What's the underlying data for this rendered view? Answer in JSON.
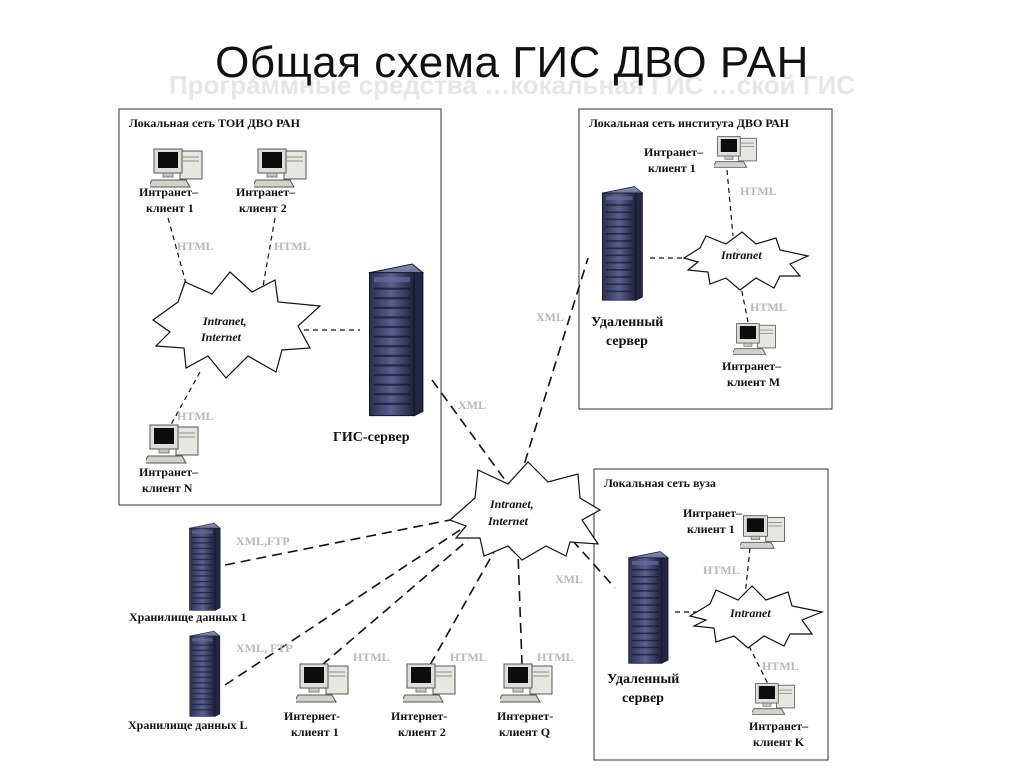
{
  "slide": {
    "title": "Общая схема ГИС ДВО РАН",
    "ghost_text": "Программные средства …кокальная ГИС …ской ГИС"
  },
  "groups": {
    "toi": {
      "title": "Локальная сеть ТОИ ДВО РАН"
    },
    "institute": {
      "title": "Локальная сеть института ДВО РАН"
    },
    "university": {
      "title": "Локальная сеть вуза"
    }
  },
  "nodes": {
    "toi_client_1": {
      "line1": "Интранет–",
      "line2": "клиент 1"
    },
    "toi_client_2": {
      "line1": "Интранет–",
      "line2": "клиент 2"
    },
    "toi_client_n": {
      "line1": "Интранет–",
      "line2": "клиент N"
    },
    "toi_cloud": {
      "line1": "Intranet,",
      "line2": "Internet"
    },
    "gis_server": {
      "label": "ГИС-сервер"
    },
    "inst_client_1": {
      "line1": "Интранет–",
      "line2": "клиент 1"
    },
    "inst_cloud": {
      "label": "Intranet"
    },
    "inst_server": {
      "line1": "Удаленный",
      "line2": "сервер"
    },
    "inst_client_m": {
      "line1": "Интранет–",
      "line2": "клиент M"
    },
    "center_cloud": {
      "line1": "Intranet,",
      "line2": "Internet"
    },
    "storage_1": {
      "label": "Хранилище данных 1"
    },
    "storage_l": {
      "label": "Хранилище данных L"
    },
    "inet_client_1": {
      "line1": "Интернет-",
      "line2": "клиент 1"
    },
    "inet_client_2": {
      "line1": "Интернет-",
      "line2": "клиент 2"
    },
    "inet_client_q": {
      "line1": "Интернет-",
      "line2": "клиент Q"
    },
    "uni_client_1": {
      "line1": "Интранет–",
      "line2": "клиент 1"
    },
    "uni_cloud": {
      "label": "Intranet"
    },
    "uni_server": {
      "line1": "Удаленный",
      "line2": "сервер"
    },
    "uni_client_k": {
      "line1": "Интранет–",
      "line2": "клиент K"
    }
  },
  "edges": {
    "toi_c1_html": "HTML",
    "toi_c2_html": "HTML",
    "toi_cn_html": "HTML",
    "gis_xml": "XML",
    "inst_xml": "XML",
    "inst_c1_html": "HTML",
    "inst_cm_html": "HTML",
    "storage1_proto": "XML,FTP",
    "storagel_proto": "XML, FTP",
    "inet1_html": "HTML",
    "inet2_html": "HTML",
    "inetq_html": "HTML",
    "uni_xml": "XML",
    "uni_c1_html": "HTML",
    "uni_ck_html": "HTML"
  }
}
